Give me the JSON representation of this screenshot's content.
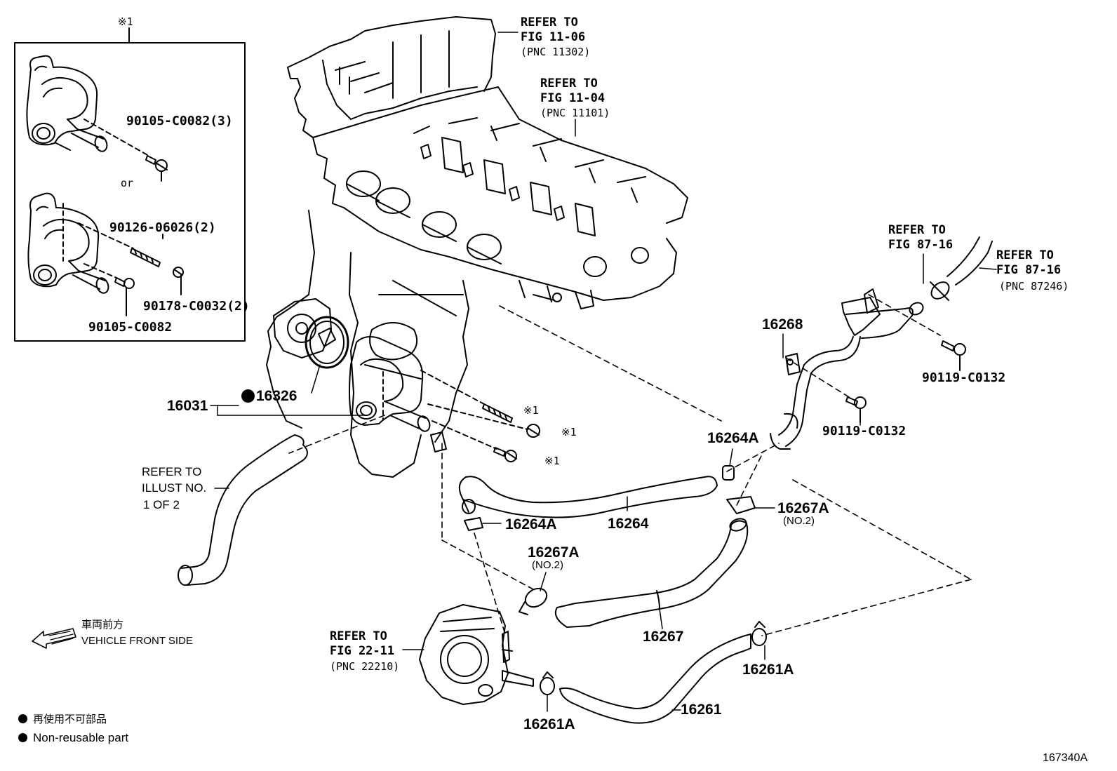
{
  "diagram": {
    "inset": {
      "marker": "※1",
      "or_label": "or"
    },
    "parts": {
      "p90105_c0082_3": "90105-C0082(3)",
      "p90126_06026_2": "90126-06026(2)",
      "p90178_c0032_2": "90178-C0032(2)",
      "p90105_c0082": "90105-C0082",
      "p16031": "16031",
      "p16326": "16326",
      "p16268": "16268",
      "p90119_c0132_a": "90119-C0132",
      "p90119_c0132_b": "90119-C0132",
      "p16264a_upper": "16264A",
      "p16264a_lower": "16264A",
      "p16264": "16264",
      "p16267a_right": "16267A",
      "p16267a_right_sub": "(NO.2)",
      "p16267a_left": "16267A",
      "p16267a_left_sub": "(NO.2)",
      "p16267": "16267",
      "p16261a_right": "16261A",
      "p16261a_left": "16261A",
      "p16261": "16261"
    },
    "markers": {
      "m1": "※1",
      "m2": "※1",
      "m3": "※1"
    },
    "references": {
      "fig11_06": {
        "line1": "REFER TO",
        "line2": "FIG 11-06",
        "pnc": "(PNC 11302)"
      },
      "fig11_04": {
        "line1": "REFER TO",
        "line2": "FIG 11-04",
        "pnc": "(PNC 11101)"
      },
      "fig87_16_left": {
        "line1": "REFER TO",
        "line2": "FIG 87-16"
      },
      "fig87_16_right": {
        "line1": "REFER TO",
        "line2": "FIG 87-16",
        "pnc": "(PNC 87246)"
      },
      "fig22_11": {
        "line1": "REFER TO",
        "line2": "FIG 22-11",
        "pnc": "(PNC 22210)"
      },
      "illust": {
        "line1": "REFER TO",
        "line2": "ILLUST NO.",
        "line3": "1 OF 2"
      }
    },
    "legend": {
      "front_jp": "車両前方",
      "front_en": "VEHICLE FRONT SIDE",
      "nonreuse_jp": "再使用不可部品",
      "nonreuse_en": "Non-reusable part"
    },
    "figure_id": "167340A"
  }
}
